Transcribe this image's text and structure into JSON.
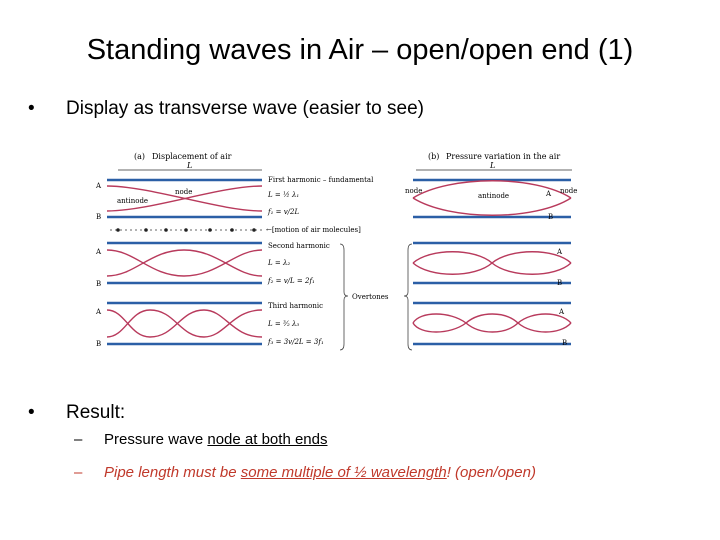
{
  "slide": {
    "title": "Standing waves in Air – open/open end (1)",
    "bullets": [
      {
        "text": "Display as transverse wave (easier to see)"
      },
      {
        "text": "Result:"
      }
    ],
    "sub_bullets": [
      {
        "dash": "–",
        "pre": "Pressure wave ",
        "underlined": "node at both ends",
        "post": ""
      },
      {
        "dash": "–",
        "pre": "Pipe length must be ",
        "underlined": "some multiple of ½ wavelength",
        "post": "!  (open/open)"
      }
    ]
  },
  "figure": {
    "panel_a": {
      "label": "(a)",
      "title": "Displacement of air",
      "length_label": "L",
      "rows": [
        "A",
        "B",
        "A",
        "B",
        "A",
        "B"
      ],
      "node_label": "node",
      "antinode_label": "antinode",
      "motion_label": "←[motion of air molecules]",
      "harmonics": [
        {
          "name": "First harmonic – fundamental",
          "eq1": "L = ½ λ₁",
          "eq2": "f₁ = v/2L"
        },
        {
          "name": "Second harmonic",
          "eq1": "L = λ₂",
          "eq2": "f₂ = v/L = 2f₁"
        },
        {
          "name": "Third harmonic",
          "eq1": "L = ³⁄₂ λ₃",
          "eq2": "f₃ = 3v/2L = 3f₁"
        }
      ],
      "overtones_label": "Overtones"
    },
    "panel_b": {
      "label": "(b)",
      "title": "Pressure variation in the air",
      "length_label": "L",
      "node_left": "node",
      "node_right": "node",
      "antinode": "antinode",
      "rows": [
        "A",
        "B",
        "A",
        "B",
        "A",
        "B"
      ]
    },
    "colors": {
      "tube": "#2b5fa6",
      "wave": "#b83a5c"
    }
  }
}
